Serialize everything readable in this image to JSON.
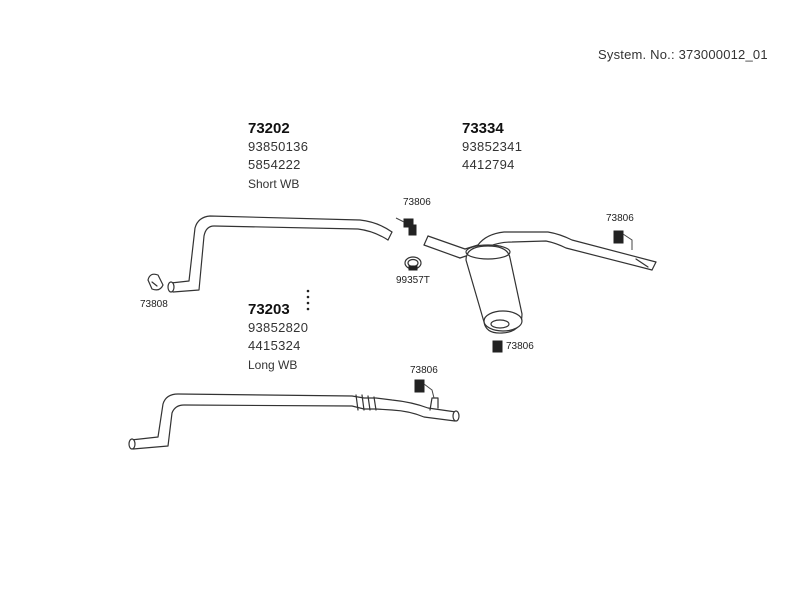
{
  "system": {
    "label": "System. No.: 373000012_01"
  },
  "parts": {
    "front_short": {
      "number": "73202",
      "ref1": "93850136",
      "ref2": "5854222",
      "note": "Short WB"
    },
    "front_long": {
      "number": "73203",
      "ref1": "93852820",
      "ref2": "4415324",
      "note": "Long WB"
    },
    "rear_silencer": {
      "number": "73334",
      "ref1": "93852341",
      "ref2": "4412794"
    }
  },
  "callouts": {
    "clamp_front": "73808",
    "clamp_middle": "99357T",
    "hanger_mid": "73806",
    "hanger_rear": "73806",
    "hanger_silencer": "73806",
    "hanger_long": "73806"
  },
  "colors": {
    "line": "#333333",
    "text": "#222222",
    "background": "#ffffff"
  }
}
